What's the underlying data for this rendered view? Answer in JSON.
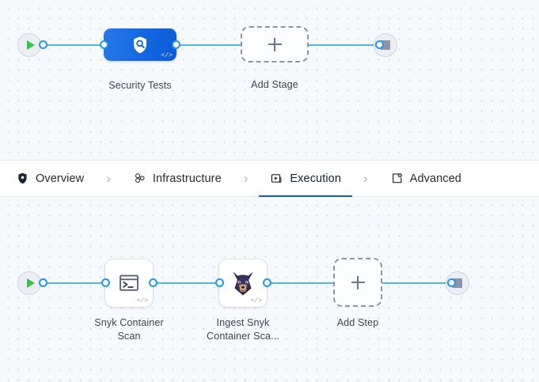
{
  "theme": {
    "canvas_bg": "#f7fafd",
    "dot_color": "#d3dae3",
    "wire_color": "#4eb6ef",
    "port_color": "#2196f3",
    "accent_blue": "#0b5cd5",
    "stage_blue": "#1366e0",
    "play_green": "#36c34c",
    "stop_gray": "#8e94a8",
    "terminal_bg": "#eceef6",
    "dashed_gray": "#8d93a5"
  },
  "tabs": {
    "separator": "›",
    "items": [
      {
        "id": "overview",
        "label": "Overview",
        "icon": "shield-icon",
        "active": false
      },
      {
        "id": "infrastructure",
        "label": "Infrastructure",
        "icon": "node-cluster-icon",
        "active": false
      },
      {
        "id": "execution",
        "label": "Execution",
        "icon": "play-box-icon",
        "active": true
      },
      {
        "id": "advanced",
        "label": "Advanced",
        "icon": "settings-box-icon",
        "active": false
      }
    ]
  },
  "stage_pipeline": {
    "start_node": {
      "name": "pipeline-start",
      "icon": "play-icon"
    },
    "end_node": {
      "name": "pipeline-end",
      "icon": "stop-icon"
    },
    "stages": [
      {
        "id": "security-tests",
        "label": "Security Tests",
        "icon": "shield-search-icon",
        "badge": "</>"
      }
    ],
    "add_stage": {
      "label": "Add Stage",
      "icon": "plus-icon"
    }
  },
  "step_pipeline": {
    "start_node": {
      "name": "execution-start",
      "icon": "play-icon"
    },
    "end_node": {
      "name": "execution-end",
      "icon": "stop-icon"
    },
    "steps": [
      {
        "id": "snyk-container-scan",
        "label": "Snyk Container\nScan",
        "label_line1": "Snyk Container",
        "label_line2": "Scan",
        "icon": "terminal-icon",
        "badge": "</>"
      },
      {
        "id": "ingest-snyk-container-scan",
        "label": "Ingest Snyk\nContainer Sca...",
        "label_line1": "Ingest Snyk",
        "label_line2": "Container Sca...",
        "icon": "snyk-dog-icon",
        "badge": "</>"
      }
    ],
    "add_step": {
      "label": "Add Step",
      "icon": "plus-icon"
    }
  }
}
